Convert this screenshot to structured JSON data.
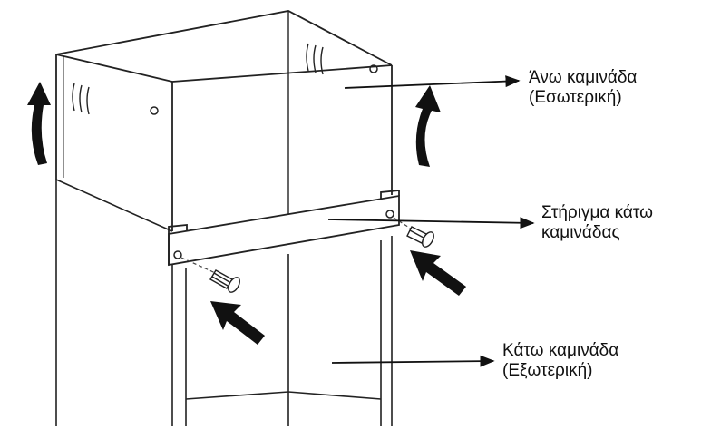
{
  "labels": {
    "upper_chimney": {
      "line1": "Άνω καμινάδα",
      "line2": "(Εσωτερική)"
    },
    "bracket": {
      "line1": "Στήριγμα κάτω",
      "line2": "καμινάδας"
    },
    "lower_chimney": {
      "line1": "Κάτω καμινάδα",
      "line2": "(Εξωτερική)"
    }
  },
  "colors": {
    "line": "#111111",
    "background": "#ffffff"
  },
  "icons": [
    "curved-arrow-icon",
    "push-arrow-icon",
    "screw-icon",
    "vent-slot-icon",
    "hole-icon"
  ]
}
